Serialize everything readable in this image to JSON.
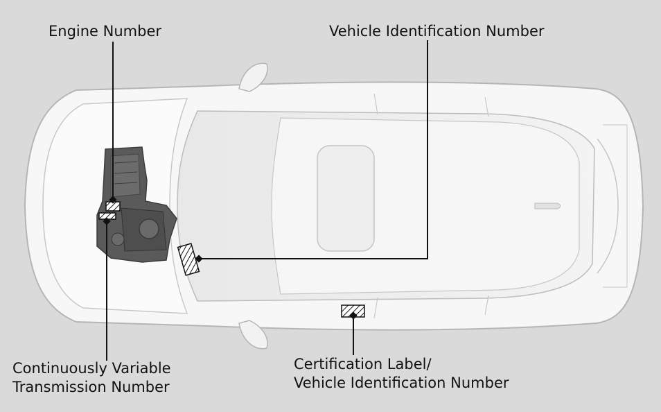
{
  "labels": {
    "engine_number": "Engine Number",
    "vin": "Vehicle Identification Number",
    "cvt_line1": "Continuously Variable",
    "cvt_line2": "Transmission Number",
    "cert_line1": "Certification Label/",
    "cert_line2": "Vehicle Identification Number"
  },
  "colors": {
    "background": "#d9dad9",
    "car_body": "#f7f7f7",
    "car_outline": "#b9b9b9",
    "leader_line": "#111111",
    "engine_block": "#5a5a5a"
  }
}
